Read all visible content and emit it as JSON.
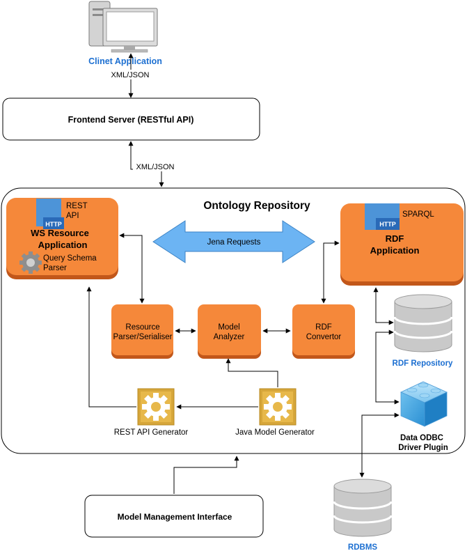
{
  "client": {
    "label": "Clinet Application"
  },
  "links": {
    "client_frontend": "XML/JSON",
    "frontend_repo": "XML/JSON",
    "jena": "Jena Requests"
  },
  "frontend": {
    "label": "Frontend Server (RESTful API)"
  },
  "repository": {
    "title": "Ontology Repository"
  },
  "ws_app": {
    "http": "HTTP",
    "api_line1": "REST",
    "api_line2": "API",
    "title_line1": "WS Resource",
    "title_line2": "Application",
    "parser_line1": "Query Schema",
    "parser_line2": "Parser"
  },
  "rdf_app": {
    "http": "HTTP",
    "api": "SPARQL",
    "title_line1": "RDF",
    "title_line2": "Application"
  },
  "modules": {
    "resource_line1": "Resource",
    "resource_line2": "Parser/Serialiser",
    "model_line1": "Model",
    "model_line2": "Analyzer",
    "rdf_line1": "RDF",
    "rdf_line2": "Convertor"
  },
  "generators": {
    "rest": "REST API Generator",
    "java": "Java Model Generator"
  },
  "rdf_repository": {
    "label": "RDF Repository"
  },
  "odbc": {
    "line1": "Data ODBC",
    "line2": "Driver Plugin"
  },
  "management": {
    "label": "Model Management Interface"
  },
  "rdbms": {
    "label": "RDBMS"
  },
  "colors": {
    "orange": "#f5883a",
    "orange_shadow": "#c2571a",
    "db_gray": "#c9c9c9",
    "accent_blue": "#1c6fd1",
    "arrow_blue": "#6cb4f3"
  }
}
